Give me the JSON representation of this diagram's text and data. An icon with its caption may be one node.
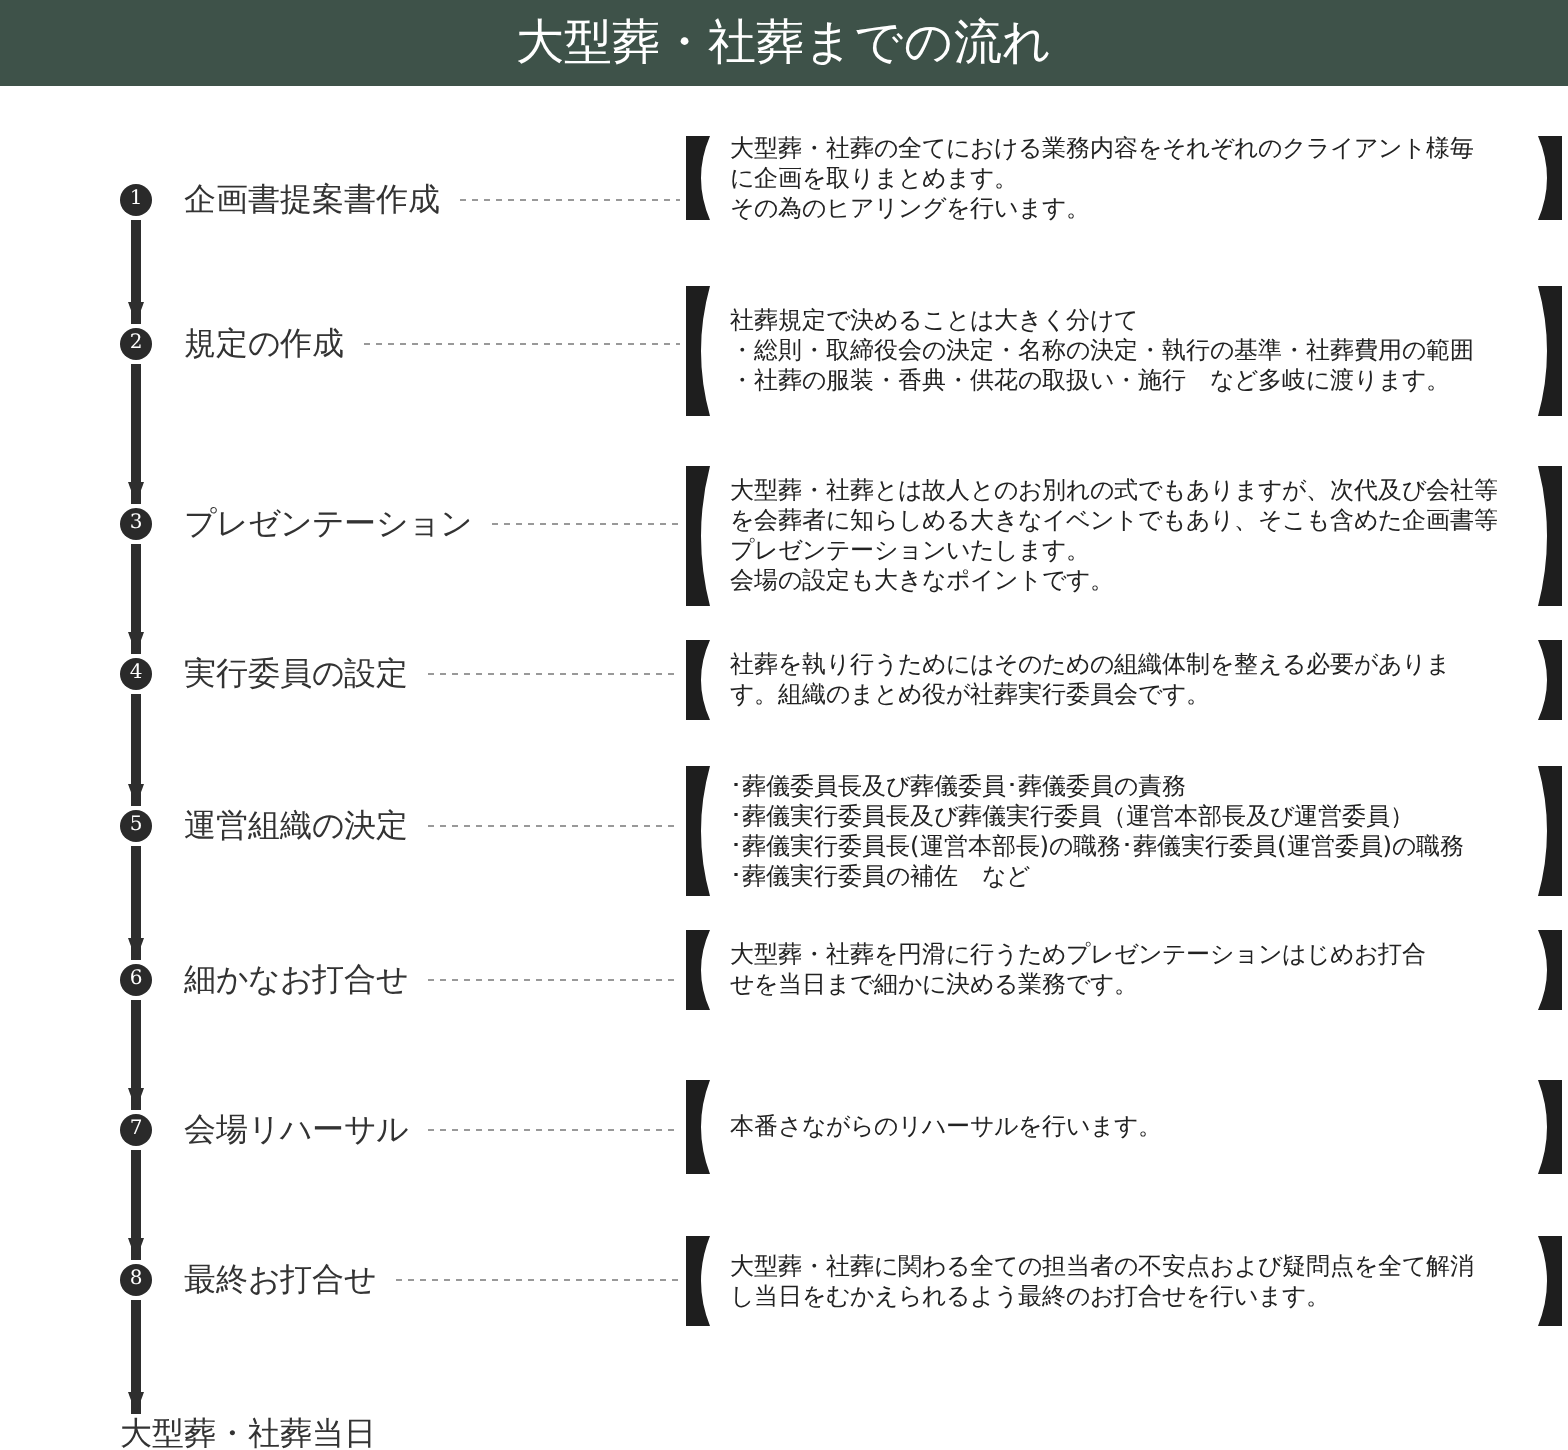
{
  "diagram": {
    "title": "大型葬・社葬までの流れ",
    "nodes": [
      {
        "text": [
          "1",
          "企画書提案書作成"
        ]
      },
      {
        "text": [
          "2",
          "規定の作成"
        ]
      },
      {
        "text": [
          "3",
          "プレゼンテーション"
        ]
      },
      {
        "text": [
          "4",
          "実行委員の設定"
        ]
      },
      {
        "text": [
          "5",
          "運営組織の決定"
        ]
      },
      {
        "text": [
          "6",
          "細かなお打合せ"
        ]
      },
      {
        "text": [
          "7",
          "会場リハーサル"
        ]
      },
      {
        "text": [
          "8",
          "最終お打合せ"
        ]
      },
      {
        "text": [
          "大型葬・社葬当日"
        ]
      },
      {
        "text": [
          "大型葬・社葬の全てにおける業務内容をそれぞれのクライアント様毎に企画を取りまとめます。",
          "その為のヒアリングを行います。"
        ]
      },
      {
        "text": [
          "社葬規定で決めることは大きく分けて",
          "・総則・取締役会の決定・名称の決定・執行の基準・社葬費用の範囲",
          "・社葬の服装・香典・供花の取扱い・施行　など多岐に渡ります。"
        ]
      },
      {
        "text": [
          "大型葬・社葬とは故人とのお別れの式でもありますが、次代及び会社等を会葬者に知らしめる大きなイベントでもあり、そこも含めた企画書等プレゼンテーションいたします。",
          "会場の設定も大きなポイントです。"
        ]
      },
      {
        "text": [
          "社葬を執り行うためにはそのための組織体制を整える必要があります。組織のまとめ役が社葬実行委員会です。"
        ]
      },
      {
        "text": [
          "･葬儀委員長及び葬儀委員･葬儀委員の責務",
          "･葬儀実行委員長及び葬儀実行委員（運営本部長及び運営委員）",
          "･葬儀実行委員長(運営本部長)の職務･葬儀実行委員(運営委員)の職務",
          "･葬儀実行委員の補佐　など"
        ]
      },
      {
        "text": [
          "大型葬・社葬を円滑に行うためプレゼンテーションはじめお打合せを当日まで細かに決める業務です。"
        ]
      },
      {
        "text": [
          "本番さながらのリハーサルを行います。"
        ]
      },
      {
        "text": [
          "大型葬・社葬に関わる全ての担当者の不安点および疑問点を全て解消し当日をむかえられるよう最終のお打合せを行います。"
        ]
      }
    ],
    "edges": [
      {
        "from": 0,
        "to": 1,
        "arrow": "to",
        "style": "thick"
      },
      {
        "from": 1,
        "to": 2,
        "arrow": "to",
        "style": "thick"
      },
      {
        "from": 2,
        "to": 3,
        "arrow": "to",
        "style": "thick"
      },
      {
        "from": 3,
        "to": 4,
        "arrow": "to",
        "style": "thick"
      },
      {
        "from": 4,
        "to": 5,
        "arrow": "to",
        "style": "thick"
      },
      {
        "from": 5,
        "to": 6,
        "arrow": "to",
        "style": "thick"
      },
      {
        "from": 6,
        "to": 7,
        "arrow": "to",
        "style": "thick"
      },
      {
        "from": 7,
        "to": 8,
        "arrow": "to",
        "style": "thick"
      },
      {
        "from": 0,
        "to": 9,
        "arrow": "none",
        "style": "dashed",
        "color": "#999999"
      },
      {
        "from": 1,
        "to": 10,
        "arrow": "none",
        "style": "dashed",
        "color": "#999999"
      },
      {
        "from": 2,
        "to": 11,
        "arrow": "none",
        "style": "dashed",
        "color": "#999999"
      },
      {
        "from": 3,
        "to": 12,
        "arrow": "none",
        "style": "dashed",
        "color": "#999999"
      },
      {
        "from": 4,
        "to": 13,
        "arrow": "none",
        "style": "dashed",
        "color": "#999999"
      },
      {
        "from": 5,
        "to": 14,
        "arrow": "none",
        "style": "dashed",
        "color": "#999999"
      },
      {
        "from": 6,
        "to": 15,
        "arrow": "none",
        "style": "dashed",
        "color": "#999999"
      },
      {
        "from": 7,
        "to": 16,
        "arrow": "none",
        "style": "dashed",
        "color": "#999999"
      }
    ]
  }
}
